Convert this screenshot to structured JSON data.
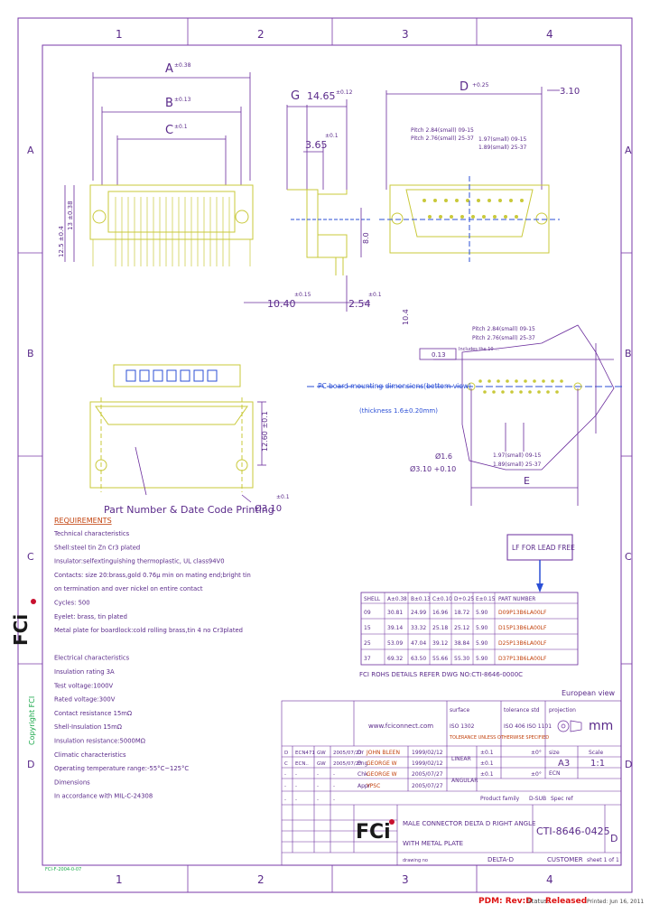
{
  "colors": {
    "frame": "#7a3aa8",
    "drawing": "#c9c93a",
    "text": "#5a2a8a",
    "accent_red": "#c2410c",
    "accent_green": "#1aa84a",
    "accent_blue": "#2b4fd6",
    "logo": "#c8102e"
  },
  "border": {
    "cols": [
      "1",
      "2",
      "3",
      "4"
    ],
    "rows": [
      "A",
      "B",
      "C",
      "D"
    ]
  },
  "dims": {
    "A": "A",
    "A_tol": "±0.38",
    "B": "B",
    "B_tol": "±0.13",
    "C": "C",
    "C_tol": "±0.1",
    "G": "G",
    "d1465": "14.65",
    "d1465_tol": "±0.12",
    "d365": "3.65",
    "d365_tol": "±0.1",
    "d1040": "10.40",
    "d1040_tol": "±0.15",
    "d254": "2.54",
    "d254_tol": "±0.1",
    "d_left1": "12.5 ±0.4",
    "d_left2": "13 ±0.38",
    "d_mid": "8.0",
    "d_right": "10.4",
    "D": "D",
    "D_tol": "+0.25",
    "d310": "3.10",
    "pitch1": "Pitch 2.84(small) 09-15",
    "pitch2": "Pitch 2.76(small) 25-37",
    "pitch3": "1.97(small) 09-15",
    "pitch4": "1.89(small) 25-37",
    "pitchB1": "Pitch 2.84(small) 09-15",
    "pitchB2": "Pitch 2.76(small) 25-37",
    "d013": "0.13",
    "pins_note": "Includes the 10 ...",
    "pcb_note": "PC board mounting dimensions(bottom view)",
    "thick_note": "(thickness 1.6±0.20mm)",
    "hole1": "Ø1.6",
    "hole2": "Ø3.10 +0.10",
    "pitchC1": "1.97(small) 09-15",
    "pitchC2": "1.89(small) 25-37",
    "E": "E",
    "print_note": "Part Number & Date Code Printing",
    "d310b": "Ø3.10",
    "d310b_tol": "±0.1",
    "dim_side": "12.60 ±0.1"
  },
  "lead_free": "LF FOR LEAD FREE",
  "requirements": {
    "title": "REQUIREMENTS",
    "lines": [
      "Technical characteristics",
      "Shell:steel tin Zn Cr3 plated",
      "Insulator:selfextinguishing thermoplastic, UL class94V0",
      "Contacts: size 20:brass,gold 0.76µ min on mating end;bright tin",
      "on termination and over nickel on entire contact",
      "Cycles: 500",
      "Eyelet: brass, tin plated",
      "Metal plate for boardlock:cold rolling brass,tin 4 no Cr3plated",
      "",
      "Electrical characteristics",
      "Insulation rating 3A",
      "Test voltage:1000V",
      "Rated voltage:300V",
      "Contact resistance 15mΩ",
      "Shell-Insulation 15mΩ",
      "Insulation resistance:5000MΩ",
      "Climatic characteristics",
      "Operating temperature range:-55°C~125°C",
      "Dimensions",
      "In accordance with MIL-C-24308"
    ]
  },
  "table": {
    "headers": [
      "SHELL",
      "A±0.38",
      "B±0.13",
      "C±0.10",
      "D+0.25",
      "E±0.15",
      "PART NUMBER"
    ],
    "rows": [
      [
        "09",
        "30.81",
        "24.99",
        "16.96",
        "18.72",
        "5.90",
        "D09P13B6LA00LF"
      ],
      [
        "15",
        "39.14",
        "33.32",
        "25.18",
        "25.12",
        "5.90",
        "D15P13B6LA00LF"
      ],
      [
        "25",
        "53.09",
        "47.04",
        "39.12",
        "38.84",
        "5.90",
        "D25P13B6LA00LF"
      ],
      [
        "37",
        "69.32",
        "63.50",
        "55.66",
        "55.30",
        "5.90",
        "D37P13B6LA00LF"
      ]
    ]
  },
  "fci_note": "FCI ROHS DETAILS REFER DWG NO:CTI-8646-0000C",
  "projection": "European view",
  "title_block": {
    "website": "www.fciconnect.com",
    "surface": "surface",
    "surface_std": "ISO 1302",
    "tolerance": "tolerance std",
    "tolerance_std": "ISO 406 ISO 1101",
    "tol_note": "TOLERANCE UNLESS OTHERWISE SPECIFIED",
    "projection_label": "projection",
    "unit": "mm",
    "dr_label": "Dr",
    "dr_name": "JOHN BLEEN",
    "dr_date": "1999/02/12",
    "eng_label": "Eng",
    "eng_name": "GEORGE W",
    "eng_date": "1999/02/12",
    "chk_label": "Chk",
    "chk_name": "GEORGE W",
    "chk_date": "2005/07/27",
    "appr_label": "Appr",
    "appr_name": "YPSC",
    "appr_date": "2005/07/27",
    "linear": "LINEAR",
    "lin1": "±0.1",
    "lin2": "±0.1",
    "lin3": "±0.1",
    "angular": "ANGULAR",
    "ang1": "±0°",
    "ang2": "±0°",
    "size_label": "size",
    "size": "A3",
    "scale_label": "Scale",
    "scale": "1:1",
    "ecn": "ECN",
    "product_family": "Product family",
    "product_family_val": "D-SUB",
    "spec_ref": "Spec ref",
    "spec_ref_val": "",
    "rev_rows": [
      [
        "D",
        "ECN471",
        "GW",
        "2005/07/27"
      ],
      [
        "C",
        "ECN..",
        "GW",
        "2005/07/27"
      ],
      [
        "-",
        "-",
        "-",
        "-"
      ],
      [
        "-",
        "-",
        "-",
        "-"
      ],
      [
        "-",
        "-",
        "-",
        "-"
      ]
    ],
    "title1": "MALE CONNECTOR DELTA D RIGHT ANGLE",
    "title2": "WITH METAL PLATE",
    "dwg_no": "CTI-8646-0425",
    "rev": "D",
    "drawing_no_label": "drawing no",
    "delta": "DELTA-D",
    "customer": "CUSTOMER",
    "sheet": "sheet 1 of 1",
    "copyright": "Copyright FCI",
    "bottom_left": "FCI-F-2004-0-07"
  },
  "status": {
    "pdm": "PDM: Rev:D",
    "status_label": "Status:",
    "status_val": "Released",
    "printed": "Printed: Jun 16, 2011"
  }
}
